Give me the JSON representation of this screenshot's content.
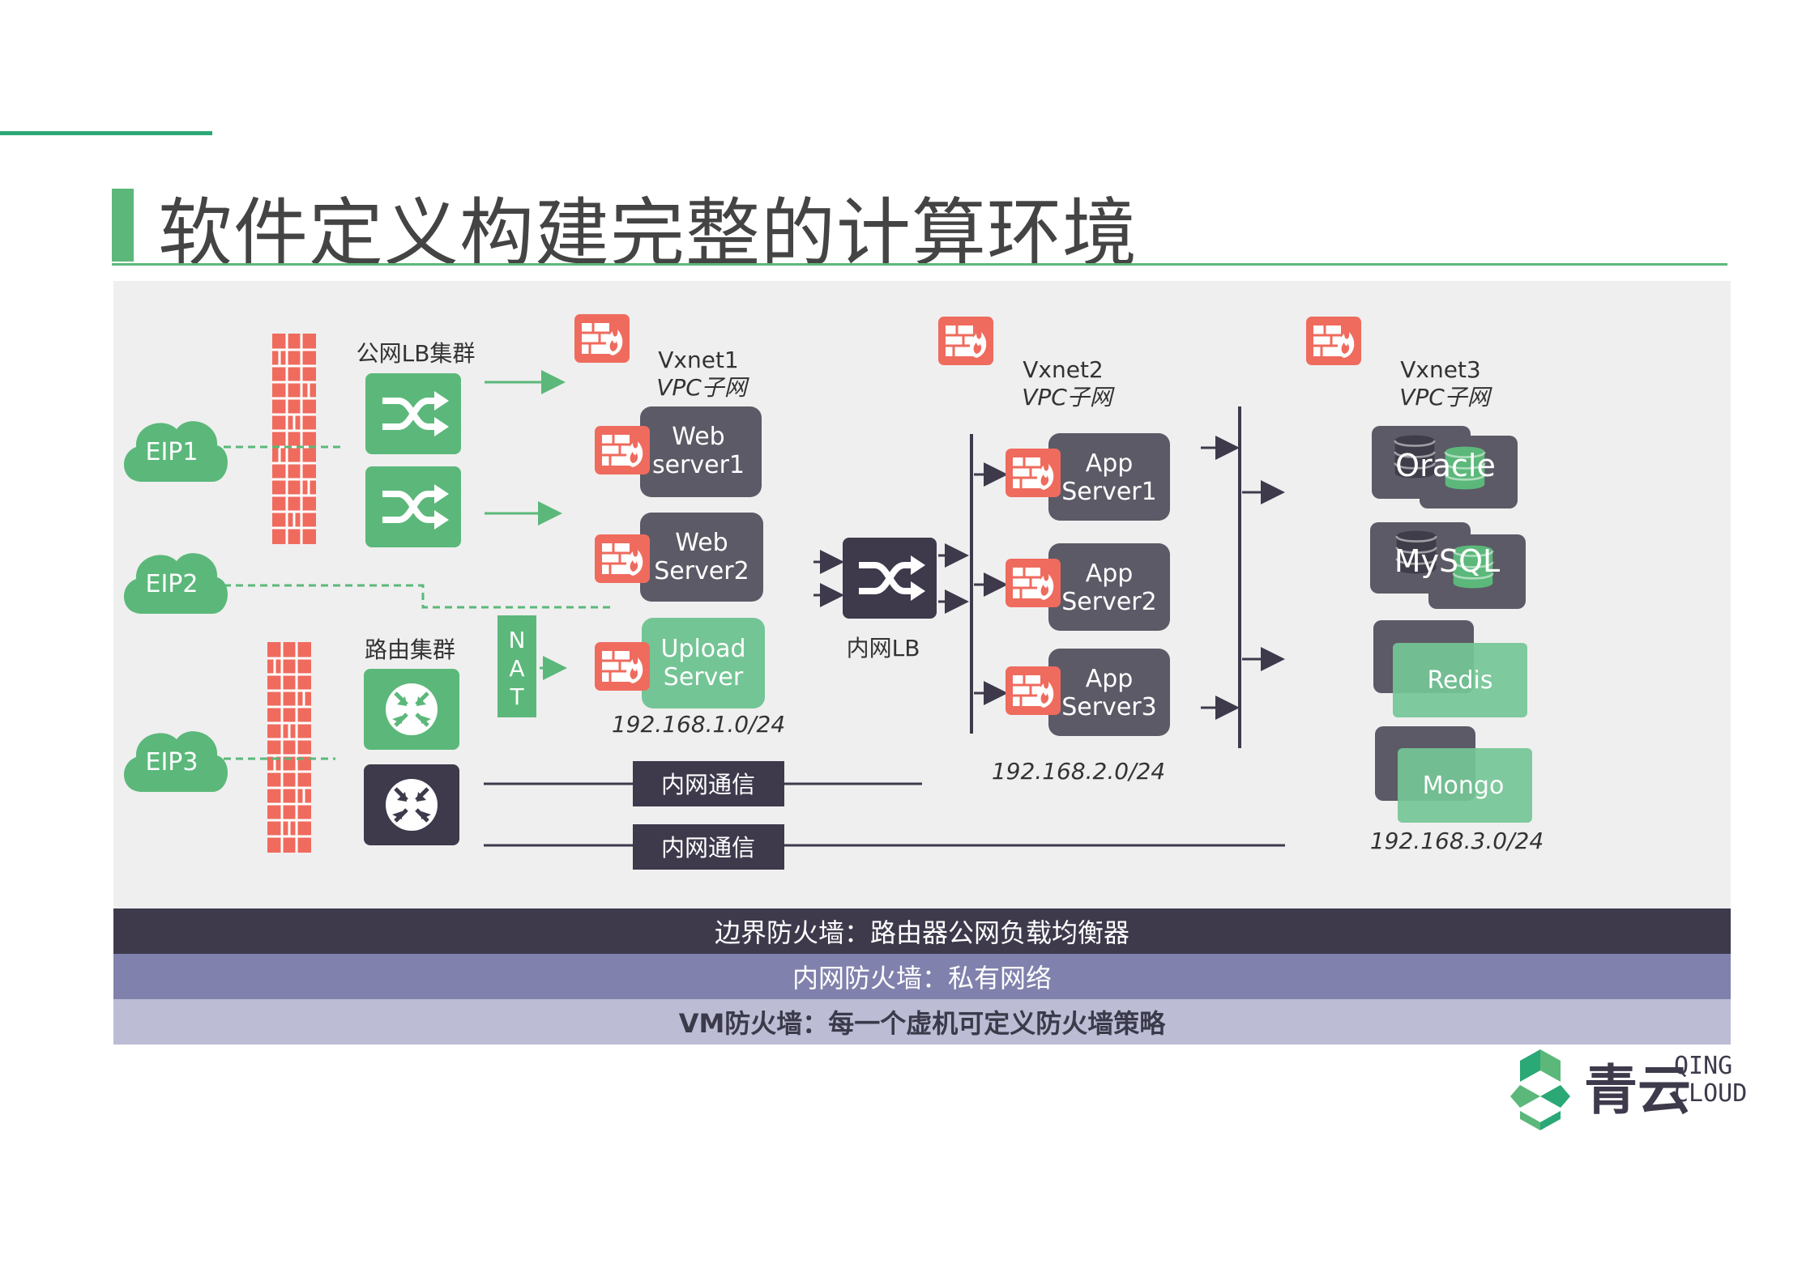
{
  "title": "软件定义构建完整的计算环境",
  "eips": [
    "EIP1",
    "EIP2",
    "EIP3"
  ],
  "lb_cluster_label": "公网LB集群",
  "router_cluster_label": "路由集群",
  "nat_label": "N\nA\nT",
  "vxnet1": {
    "name": "Vxnet1",
    "sub": "VPC子网",
    "cidr": "192.168.1.0/24",
    "servers": [
      "Web\nserver1",
      "Web\nServer2",
      "Upload\nServer"
    ]
  },
  "inner_lb_label": "内网LB",
  "vxnet2": {
    "name": "Vxnet2",
    "sub": "VPC子网",
    "cidr": "192.168.2.0/24",
    "servers": [
      "App\nServer1",
      "App\nServer2",
      "App\nServer3"
    ]
  },
  "vxnet3": {
    "name": "Vxnet3",
    "sub": "VPC子网",
    "cidr": "192.168.3.0/24",
    "databases": [
      "Oracle",
      "MySQL",
      "Redis",
      "Mongo"
    ]
  },
  "internal_comm_label": "内网通信",
  "bands": [
    "边界防火墙：路由器公网负载均衡器",
    "内网防火墙：私有网络",
    "VM防火墙：每一个虚机可定义防火墙策略"
  ],
  "logo": {
    "cn": "青云",
    "en": "QING\nCLOUD"
  },
  "colors": {
    "green": "#5bb87a",
    "dark": "#3e3a4c",
    "firewall": "#ef6b5e",
    "server": "#5c5a66",
    "light_green": "#74c596"
  }
}
